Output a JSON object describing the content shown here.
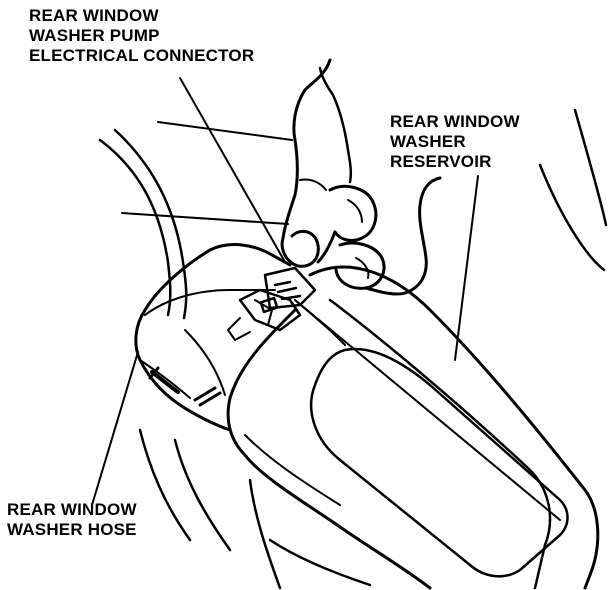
{
  "labels": {
    "connector": [
      "REAR WINDOW",
      "WASHER PUMP",
      "ELECTRICAL CONNECTOR"
    ],
    "reservoir": [
      "REAR WINDOW",
      "WASHER",
      "RESERVOIR"
    ],
    "hose": [
      "REAR WINDOW",
      "WASHER HOSE"
    ]
  },
  "colors": {
    "ink": "#000000",
    "paper": "#ffffff"
  }
}
